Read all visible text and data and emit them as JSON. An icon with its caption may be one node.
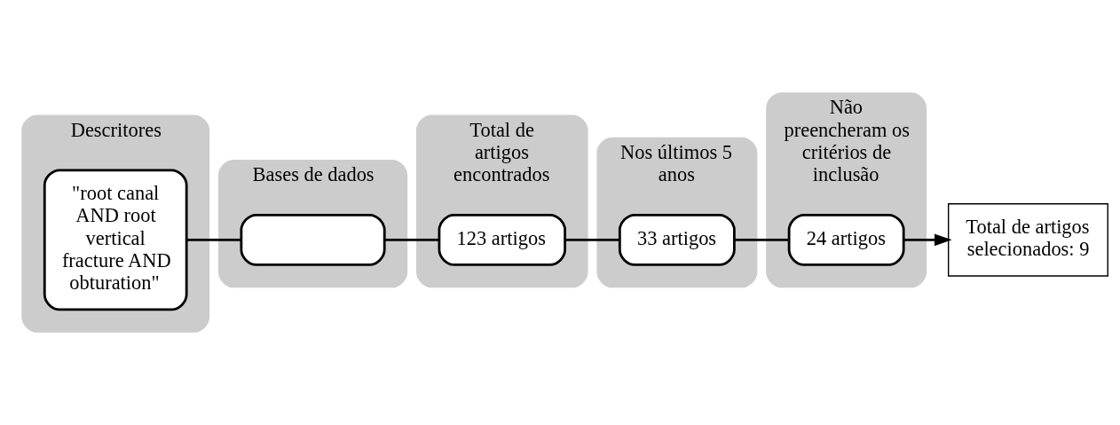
{
  "diagram": {
    "nodes": [
      {
        "text": [
          "Descritores"
        ]
      },
      {
        "text": [
          "\"root canal AND root vertical fracture AND obturation\""
        ],
        "in": 0
      },
      {
        "text": [
          "Bases de dados"
        ]
      },
      {
        "text": [],
        "shape": "box",
        "in": 2
      },
      {
        "text": [
          "Total de artigos encontrados"
        ]
      },
      {
        "text": [
          "123 artigos"
        ],
        "in": 4
      },
      {
        "text": [
          "Nos últimos 5 anos"
        ]
      },
      {
        "text": [
          "33 artigos"
        ],
        "in": 6
      },
      {
        "text": [
          "Não preencheram os critérios de inclusão"
        ]
      },
      {
        "text": [
          "24 artigos"
        ],
        "in": 8
      },
      {
        "text": [
          "Total de artigos selecionados: 9"
        ]
      }
    ],
    "edges": [
      {
        "from": 1,
        "to": 3,
        "arrow": "none"
      },
      {
        "from": 3,
        "to": 5,
        "arrow": "none"
      },
      {
        "from": 5,
        "to": 7,
        "arrow": "none"
      },
      {
        "from": 7,
        "to": 9,
        "arrow": "none"
      },
      {
        "from": 9,
        "to": 10,
        "arrow": "to"
      }
    ]
  }
}
